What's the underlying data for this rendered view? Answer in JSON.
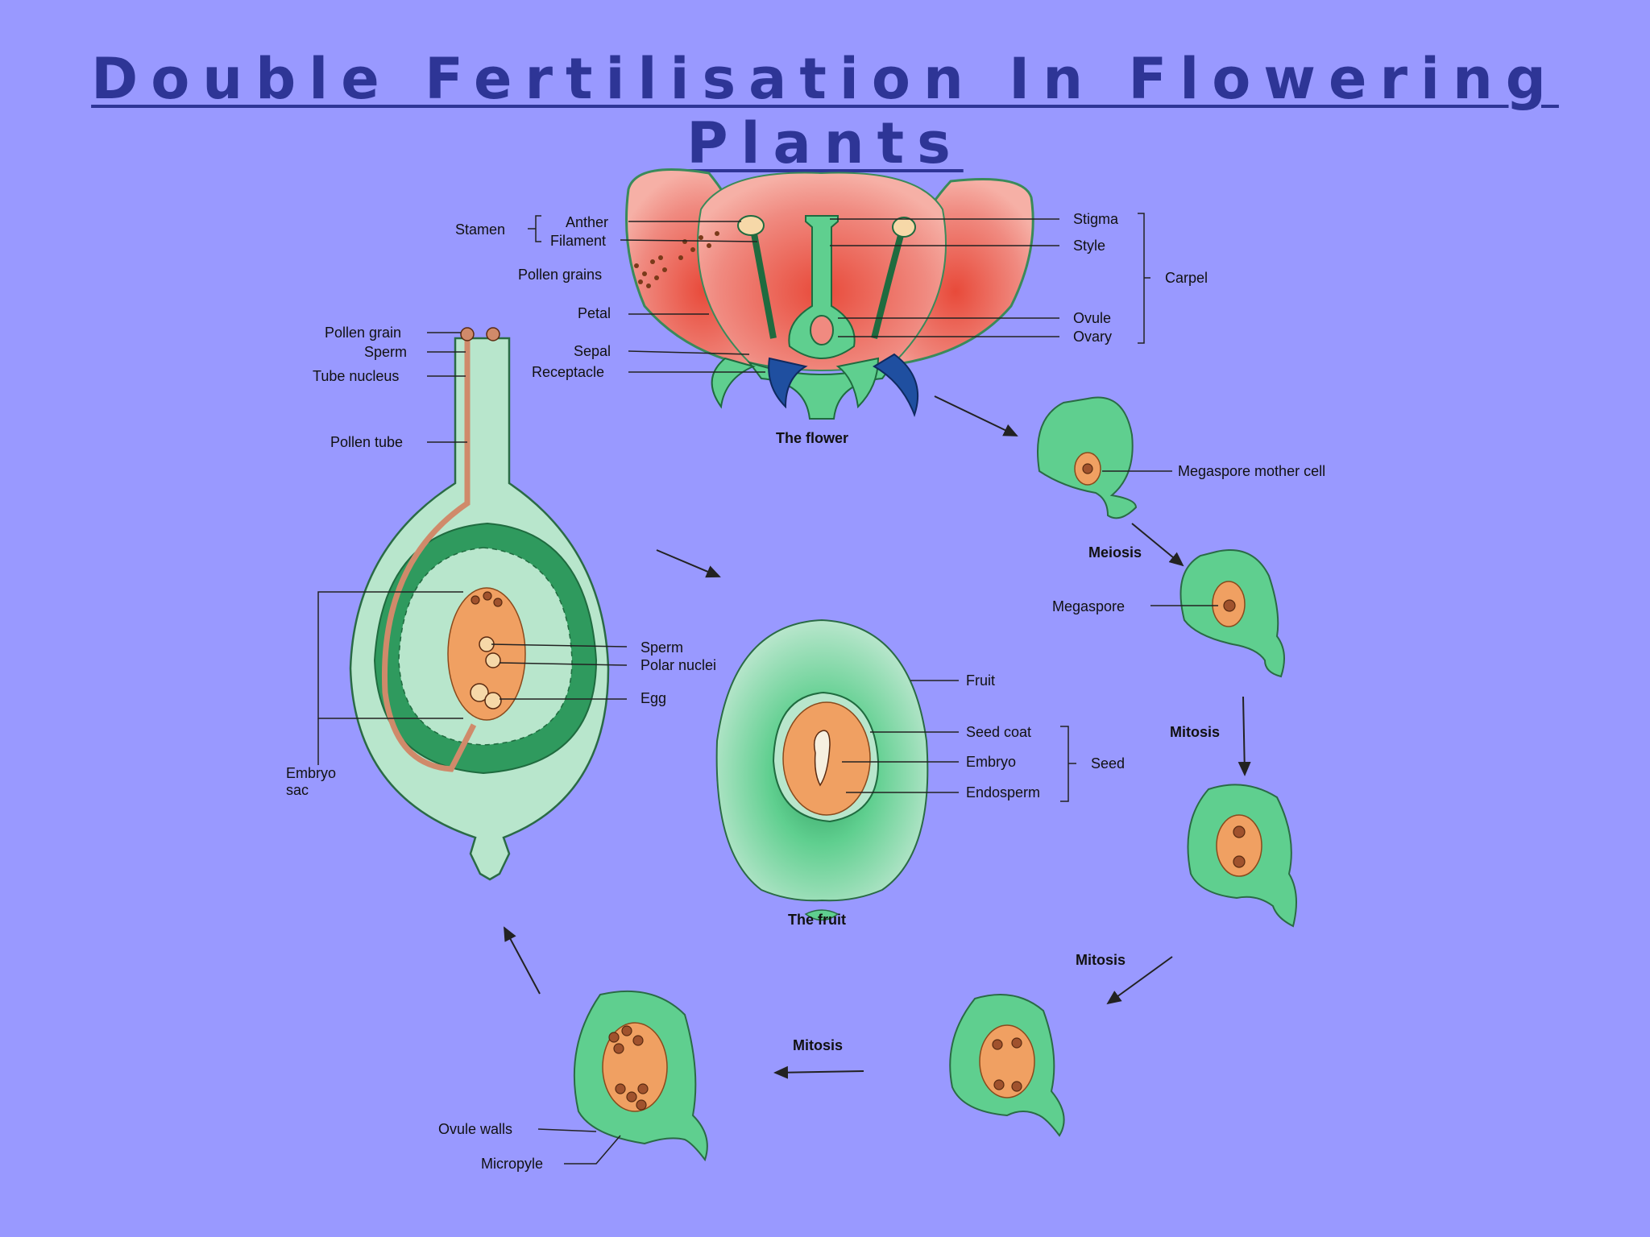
{
  "title_line1": "Double Fertilisation In Flowering",
  "title_line2": "Plants",
  "labels": {
    "stamen": "Stamen",
    "anther": "Anther",
    "filament": "Filament",
    "pollen_grains": "Pollen grains",
    "petal": "Petal",
    "sepal": "Sepal",
    "receptacle": "Receptacle",
    "stigma": "Stigma",
    "style": "Style",
    "ovule": "Ovule",
    "ovary": "Ovary",
    "carpel": "Carpel",
    "the_flower": "The flower",
    "megaspore_mother_cell": "Megaspore mother cell",
    "meiosis": "Meiosis",
    "megaspore": "Megaspore",
    "mitosis_1": "Mitosis",
    "mitosis_2": "Mitosis",
    "mitosis_3": "Mitosis",
    "pollen_grain": "Pollen grain",
    "sperm_top": "Sperm",
    "tube_nucleus": "Tube nucleus",
    "pollen_tube": "Pollen tube",
    "sperm": "Sperm",
    "polar_nuclei": "Polar nuclei",
    "egg": "Egg",
    "embryo_sac_1": "Embryo",
    "embryo_sac_2": "sac",
    "fruit": "Fruit",
    "seed_coat": "Seed coat",
    "embryo": "Embryo",
    "endosperm": "Endosperm",
    "seed": "Seed",
    "the_fruit": "The fruit",
    "ovule_walls": "Ovule walls",
    "micropyle": "Micropyle"
  },
  "colors": {
    "background": "#9999ff",
    "title": "#2e3596",
    "petal": "#f08a80",
    "tissue": "#5fcf8f",
    "sac": "#f0a062",
    "sepal": "#1f4fa0"
  }
}
